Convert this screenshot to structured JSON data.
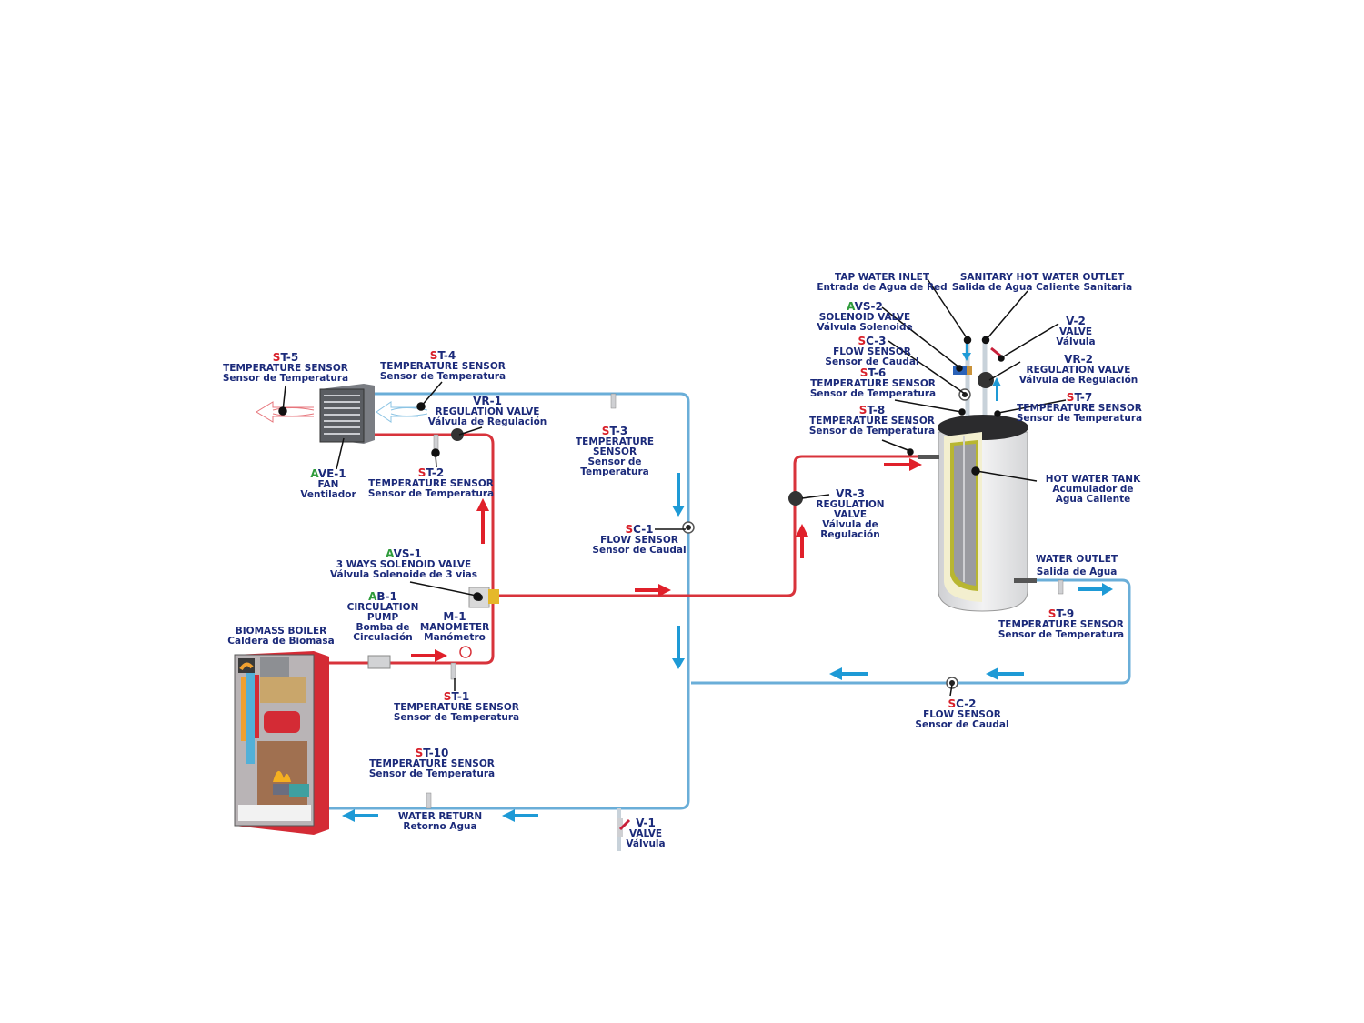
{
  "title": "Biomass boiler hot water system diagram",
  "colors": {
    "hot_pipe": "#d8333b",
    "cold_pipe": "#6aaed8",
    "hot_arrow": "#e0202a",
    "cold_arrow": "#1e9ad6",
    "label_text": "#1b2a7a",
    "sensor_prefix": "#d8202a",
    "actuator_prefix": "#2e9b3a",
    "boiler_body": "#d42b35",
    "tank_body": "#e6e7e9"
  },
  "components": {
    "st5": {
      "prefix": "S",
      "code": "T-5",
      "en": "TEMPERATURE SENSOR",
      "es": "Sensor de Temperatura"
    },
    "st4": {
      "prefix": "S",
      "code": "T-4",
      "en": "TEMPERATURE SENSOR",
      "es": "Sensor de Temperatura"
    },
    "vr1": {
      "prefix": "",
      "code": "VR-1",
      "en": "REGULATION VALVE",
      "es": "Válvula de Regulación"
    },
    "ave1": {
      "prefix": "A",
      "code": "VE-1",
      "en": "FAN",
      "es": "Ventilador"
    },
    "st2": {
      "prefix": "S",
      "code": "T-2",
      "en": "TEMPERATURE SENSOR",
      "es": "Sensor de Temperatura"
    },
    "st3": {
      "prefix": "S",
      "code": "T-3",
      "en1": "TEMPERATURE",
      "en2": "SENSOR",
      "es1": "Sensor de",
      "es2": "Temperatura"
    },
    "sc1": {
      "prefix": "S",
      "code": "C-1",
      "en": "FLOW SENSOR",
      "es": "Sensor de Caudal"
    },
    "avs1": {
      "prefix": "A",
      "code": "VS-1",
      "en": "3 WAYS SOLENOID VALVE",
      "es": "Válvula Solenoide de 3 vias"
    },
    "ab1": {
      "prefix": "A",
      "code": "B-1",
      "en1": "CIRCULATION",
      "en2": "PUMP",
      "es1": "Bomba de",
      "es2": "Circulación"
    },
    "m1": {
      "prefix": "",
      "code": "M-1",
      "en": "MANOMETER",
      "es": "Manómetro"
    },
    "boiler": {
      "en": "BIOMASS BOILER",
      "es": "Caldera de Biomasa"
    },
    "st1": {
      "prefix": "S",
      "code": "T-1",
      "en": "TEMPERATURE SENSOR",
      "es": "Sensor de Temperatura"
    },
    "st10": {
      "prefix": "S",
      "code": "T-10",
      "en": "TEMPERATURE SENSOR",
      "es": "Sensor de Temperatura"
    },
    "return": {
      "en": "WATER RETURN",
      "es": "Retorno Agua"
    },
    "v1": {
      "prefix": "",
      "code": "V-1",
      "en": "VALVE",
      "es": "Válvula"
    },
    "tap_inlet": {
      "en": "TAP WATER INLET",
      "es": "Entrada de Agua de Red"
    },
    "hot_outlet": {
      "en": "SANITARY HOT WATER OUTLET",
      "es": "Salida de Agua Caliente Sanitaria"
    },
    "avs2": {
      "prefix": "A",
      "code": "VS-2",
      "en": "SOLENOID VALVE",
      "es": "Válvula Solenoide"
    },
    "sc3": {
      "prefix": "S",
      "code": "C-3",
      "en": "FLOW SENSOR",
      "es": "Sensor de Caudal"
    },
    "st6": {
      "prefix": "S",
      "code": "T-6",
      "en": "TEMPERATURE SENSOR",
      "es": "Sensor de Temperatura"
    },
    "st8": {
      "prefix": "S",
      "code": "T-8",
      "en": "TEMPERATURE SENSOR",
      "es": "Sensor de Temperatura"
    },
    "v2": {
      "prefix": "",
      "code": "V-2",
      "en": "VALVE",
      "es": "Válvula"
    },
    "vr2": {
      "prefix": "",
      "code": "VR-2",
      "en": "REGULATION VALVE",
      "es": "Válvula de Regulación"
    },
    "st7": {
      "prefix": "S",
      "code": "T-7",
      "en": "TEMPERATURE SENSOR",
      "es": "Sensor de Temperatura"
    },
    "vr3": {
      "prefix": "",
      "code": "VR-3",
      "en1": "REGULATION",
      "en2": "VALVE",
      "es1": "Válvula de",
      "es2": "Regulación"
    },
    "tank": {
      "en": "HOT WATER TANK",
      "es1": "Acumulador de",
      "es2": "Agua Caliente"
    },
    "outlet": {
      "en": "WATER OUTLET",
      "es": "Salida de Agua"
    },
    "st9": {
      "prefix": "S",
      "code": "T-9",
      "en": "TEMPERATURE SENSOR",
      "es": "Sensor de Temperatura"
    },
    "sc2": {
      "prefix": "S",
      "code": "C-2",
      "en": "FLOW SENSOR",
      "es": "Sensor de Caudal"
    }
  }
}
